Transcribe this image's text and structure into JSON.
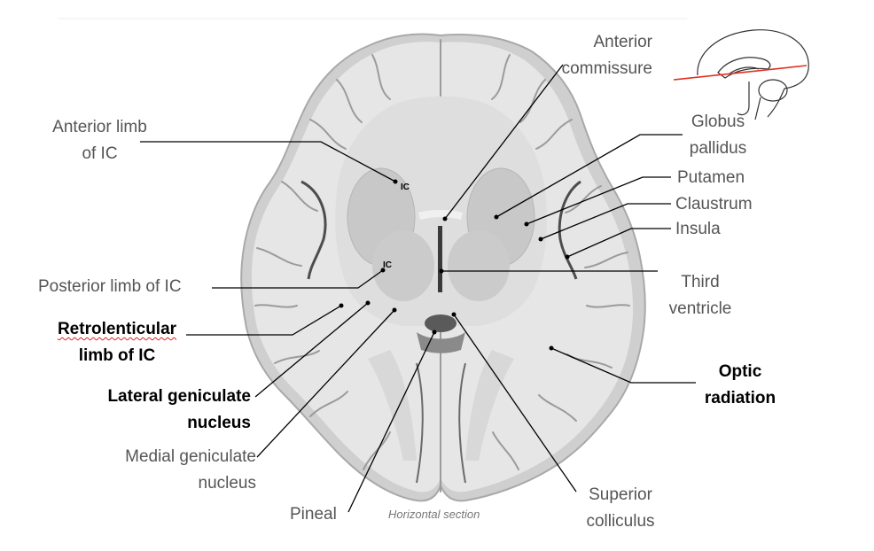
{
  "figure": {
    "caption": "Horizontal section",
    "ic_marker": "IC",
    "cut_line_color": "#e03020"
  },
  "labels": {
    "anterior_commissure": [
      "Anterior",
      "commissure"
    ],
    "anterior_limb_ic": [
      "Anterior limb",
      "of IC"
    ],
    "globus_pallidus": [
      "Globus",
      "pallidus"
    ],
    "putamen": "Putamen",
    "claustrum": "Claustrum",
    "insula": "Insula",
    "posterior_limb_ic": "Posterior limb of IC",
    "third_ventricle": [
      "Third",
      "ventricle"
    ],
    "retrolenticular_limb_ic": [
      "Retrolenticular",
      "limb of IC"
    ],
    "optic_radiation": [
      "Optic",
      "radiation"
    ],
    "lateral_geniculate_nucleus": [
      "Lateral geniculate",
      "nucleus"
    ],
    "medial_geniculate_nucleus": [
      "Medial geniculate",
      "nucleus"
    ],
    "pineal": "Pineal",
    "superior_colliculus": [
      "Superior",
      "colliculus"
    ]
  }
}
